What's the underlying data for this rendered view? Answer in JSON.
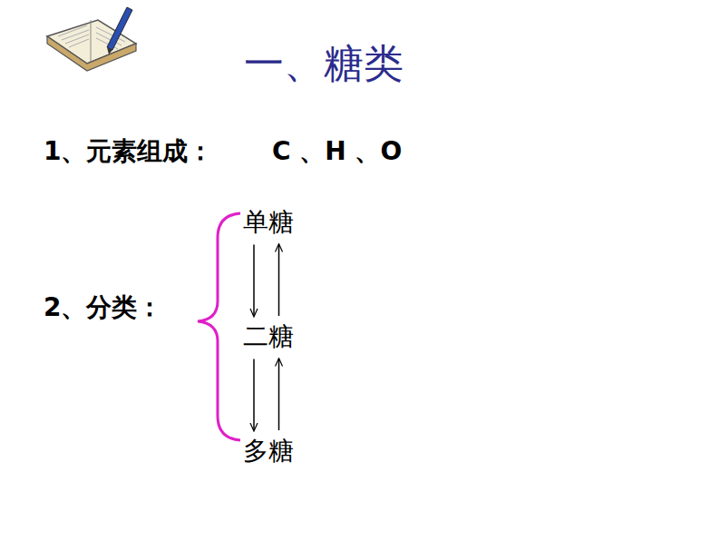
{
  "diagram": {
    "title": "一、糖类",
    "nodes": [
      {
        "text": [
          "单糖"
        ]
      },
      {
        "text": [
          "二糖"
        ]
      },
      {
        "text": [
          "多糖"
        ]
      }
    ],
    "edges": [
      {
        "from": 0,
        "to": 1,
        "arrow": "to"
      },
      {
        "from": 1,
        "to": 0,
        "arrow": "to"
      },
      {
        "from": 1,
        "to": 2,
        "arrow": "to"
      },
      {
        "from": 2,
        "to": 1,
        "arrow": "to"
      }
    ],
    "labels": [
      "1、元素组成：",
      "C 、H 、O",
      "2、分类："
    ]
  }
}
